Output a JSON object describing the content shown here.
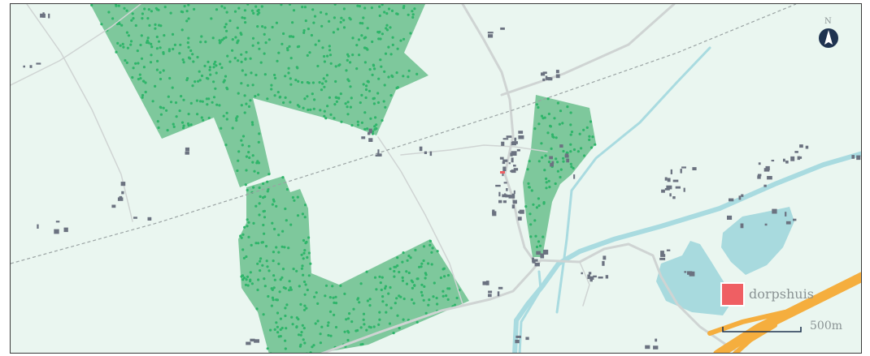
{
  "map": {
    "colors": {
      "background": "#eaf6f0",
      "forest": "#7ec89c",
      "tree_dot": "#2fb56a",
      "water": "#a8dade",
      "river": "#a9dbe0",
      "road": "#cfd4d3",
      "highway": "#f5ae3e",
      "railway": "#9aa3a3",
      "building": "#6b7280",
      "marker": "#ef5f63",
      "label": "#8a9394",
      "compass": "#1f3350"
    },
    "place_label": "dorpshuis",
    "north_label": "N",
    "scale_label": "500m"
  }
}
